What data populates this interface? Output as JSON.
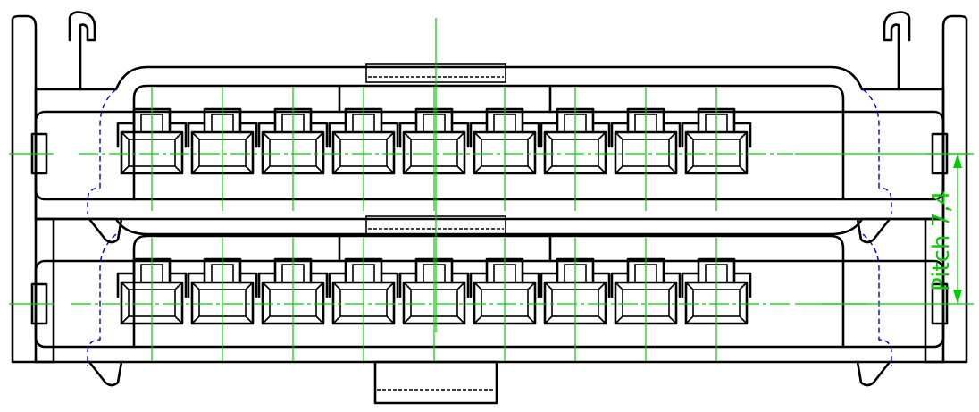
{
  "drawing": {
    "title": "",
    "dimension": {
      "label": "Pitch  7,4",
      "value": 7.4
    },
    "rows": 2,
    "cavities_per_row": 9,
    "colors": {
      "outline": "#000000",
      "center_line": "#00cc00",
      "dimension": "#00cc00",
      "hidden_line": "#0000cc",
      "background": "#ffffff"
    }
  }
}
